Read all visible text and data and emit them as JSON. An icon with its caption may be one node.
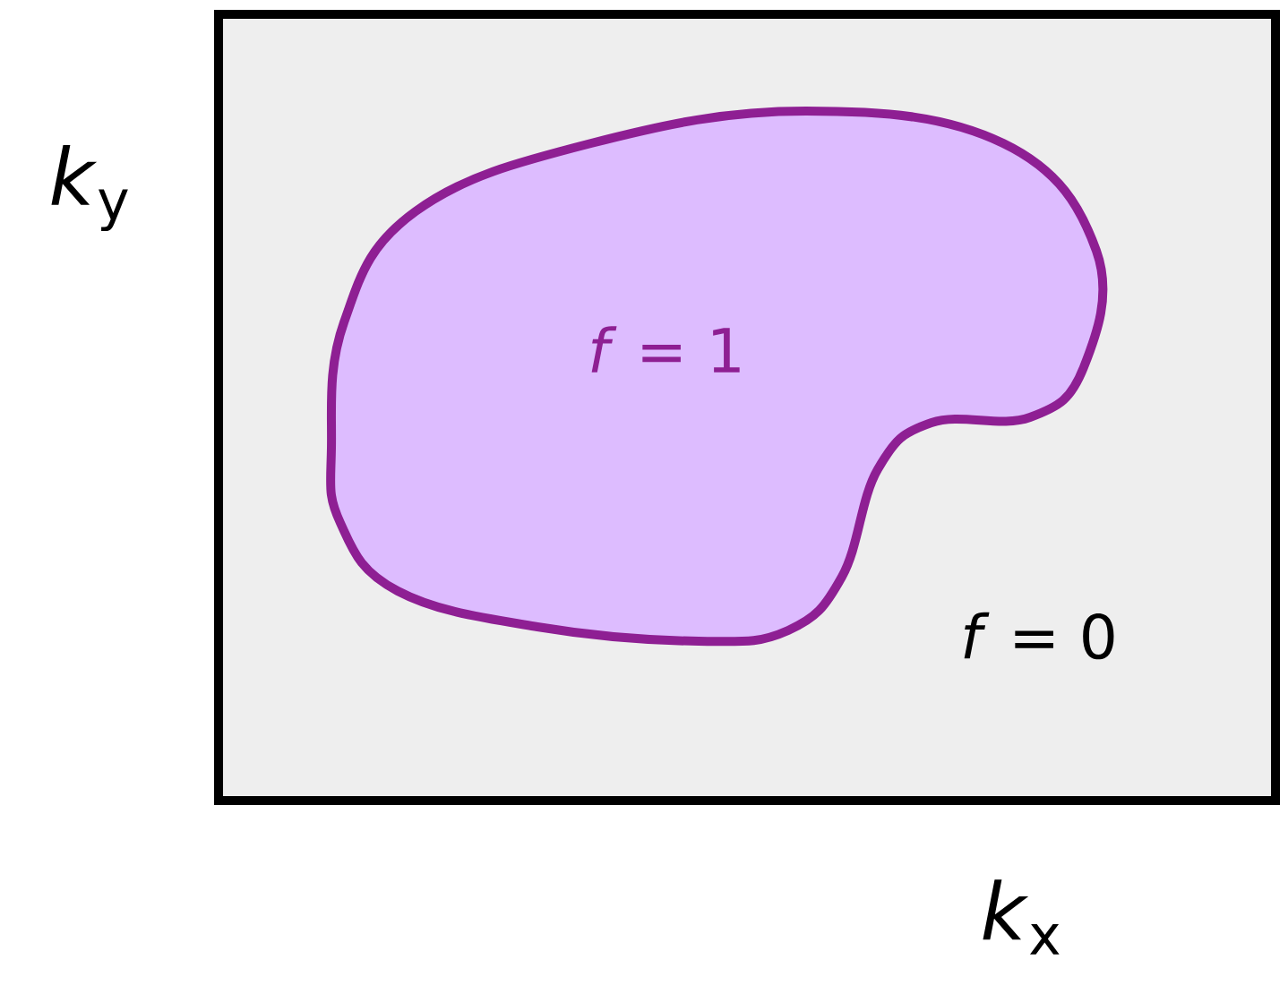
{
  "diagram": {
    "nodes": [
      {
        "text": [
          "*f* = 0"
        ]
      },
      {
        "text": [
          "*f* = 1"
        ],
        "in": 0
      }
    ],
    "labels": [
      "*k*$_{y}$",
      "*k*$_{x}$"
    ]
  }
}
